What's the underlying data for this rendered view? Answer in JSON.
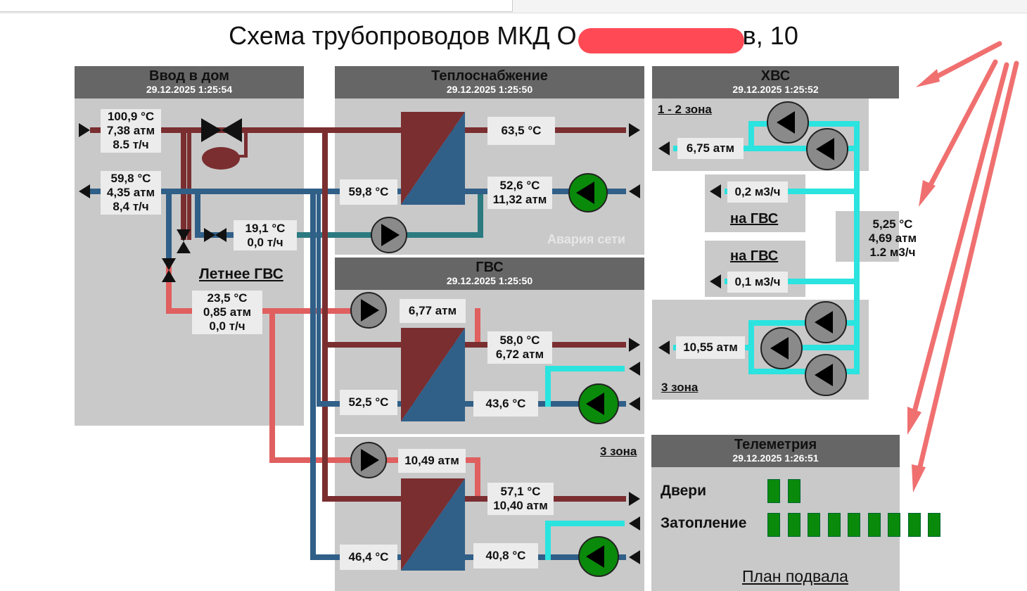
{
  "title": "Схема трубопроводов МКД О",
  "title_suffix": "в, 10",
  "colors": {
    "supply": "#7a2e30",
    "return": "#305f88",
    "hot_water": "#e05f5f",
    "cold_water": "#2be3df",
    "pump_ok": "#0a8a0a",
    "pump_idle": "#8a8a8a",
    "annotation": "#f07070"
  },
  "inlet": {
    "title": "Ввод в дом",
    "timestamp": "29.12.2025 1:25:54",
    "supply": {
      "temp": "100,9 °C",
      "pressure": "7,38 атм",
      "flow": "8.5 т/ч"
    },
    "return": {
      "temp": "59,8 °C",
      "pressure": "4,35 атм",
      "flow": "8,4 т/ч"
    },
    "bypass": {
      "temp": "19,1 °C",
      "flow": "0,0 т/ч"
    },
    "summer": {
      "label": "Летнее ГВС",
      "temp": "23,5 °C",
      "pressure": "0,85 атм",
      "flow": "0,0 т/ч"
    }
  },
  "heating": {
    "title": "Теплоснабжение",
    "timestamp": "29.12.2025 1:25:50",
    "out_temp": "63,5 °C",
    "in_temp": "59,8 °C",
    "return_temp": "52,6 °C",
    "return_pressure": "11,32 атм",
    "alarm": "Авария сети"
  },
  "hot_water": {
    "title": "ГВС",
    "timestamp": "29.12.2025 1:25:50",
    "stage1": {
      "pump_pressure": "6,77 атм",
      "out_temp": "58,0 °C",
      "out_pressure": "6,72 атм",
      "in_temp": "52,5 °C",
      "circ_temp": "43,6 °C"
    },
    "zone3_label": "3 зона",
    "stage2": {
      "pump_pressure": "10,49 атм",
      "out_temp": "57,1 °C",
      "out_pressure": "10,40 атм",
      "in_temp": "46,4 °C",
      "circ_temp": "40,8 °C"
    }
  },
  "cold_water": {
    "title": "ХВС",
    "timestamp": "29.12.2025 1:25:52",
    "zone12_label": "1 - 2 зона",
    "zone12_pressure": "6,75 атм",
    "to_hw_1_label": "на ГВС",
    "to_hw_1_flow": "0,2 м3/ч",
    "main": {
      "temp": "5,25 °C",
      "pressure": "4,69 атм",
      "flow": "1.2 м3/ч"
    },
    "to_hw_2_label": "на ГВС",
    "to_hw_2_flow": "0,1 м3/ч",
    "zone3_pressure": "10,55 атм",
    "zone3_label": "3 зона"
  },
  "telemetry": {
    "title": "Телеметрия",
    "timestamp": "29.12.2025 1:26:51",
    "doors_label": "Двери",
    "doors_ok": 2,
    "flood_label": "Затопление",
    "flood_ok": 9,
    "basement_link": "План подвала"
  }
}
